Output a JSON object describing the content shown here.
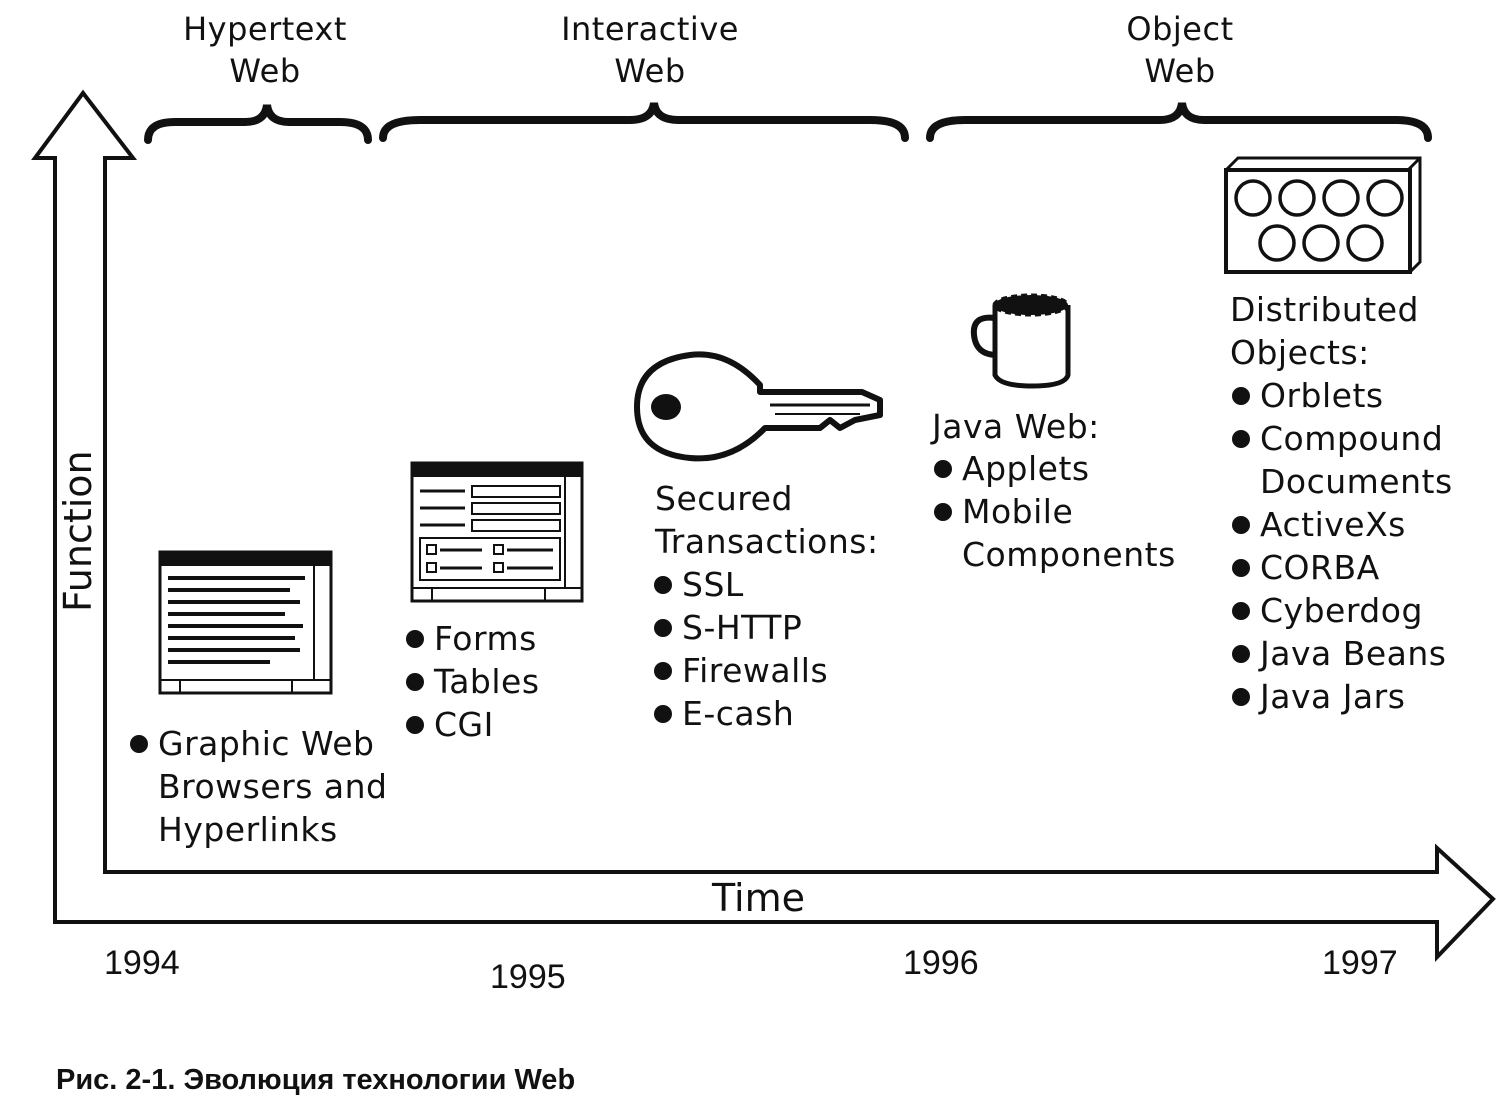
{
  "eras": [
    {
      "line1": "Hypertext",
      "line2": "Web"
    },
    {
      "line1": "Interactive",
      "line2": "Web"
    },
    {
      "line1": "Object",
      "line2": "Web"
    }
  ],
  "axes": {
    "y_label": "Function",
    "x_label": "Time"
  },
  "years": [
    "1994",
    "1995",
    "1996",
    "1997"
  ],
  "groups": {
    "hypertext": {
      "items": [
        "Graphic Web",
        "Browsers and",
        "Hyperlinks"
      ]
    },
    "interactive": {
      "items": [
        "Forms",
        "Tables",
        "CGI"
      ]
    },
    "secured": {
      "heading1": "Secured",
      "heading2": "Transactions:",
      "items": [
        "SSL",
        "S-HTTP",
        "Firewalls",
        "E-cash"
      ]
    },
    "java": {
      "heading": "Java Web:",
      "items": [
        "Applets",
        "Mobile",
        "Components"
      ]
    },
    "objects": {
      "heading1": "Distributed",
      "heading2": "Objects:",
      "items": [
        "Orblets",
        "Compound",
        "Documents",
        "ActiveXs",
        "CORBA",
        "Cyberdog",
        "Java Beans",
        "Java Jars"
      ]
    }
  },
  "icons": [
    "browser-window-icon",
    "form-window-icon",
    "key-icon",
    "coffee-cup-icon",
    "object-board-icon"
  ],
  "caption": "Рис. 2-1. Эволюция технологии Web"
}
